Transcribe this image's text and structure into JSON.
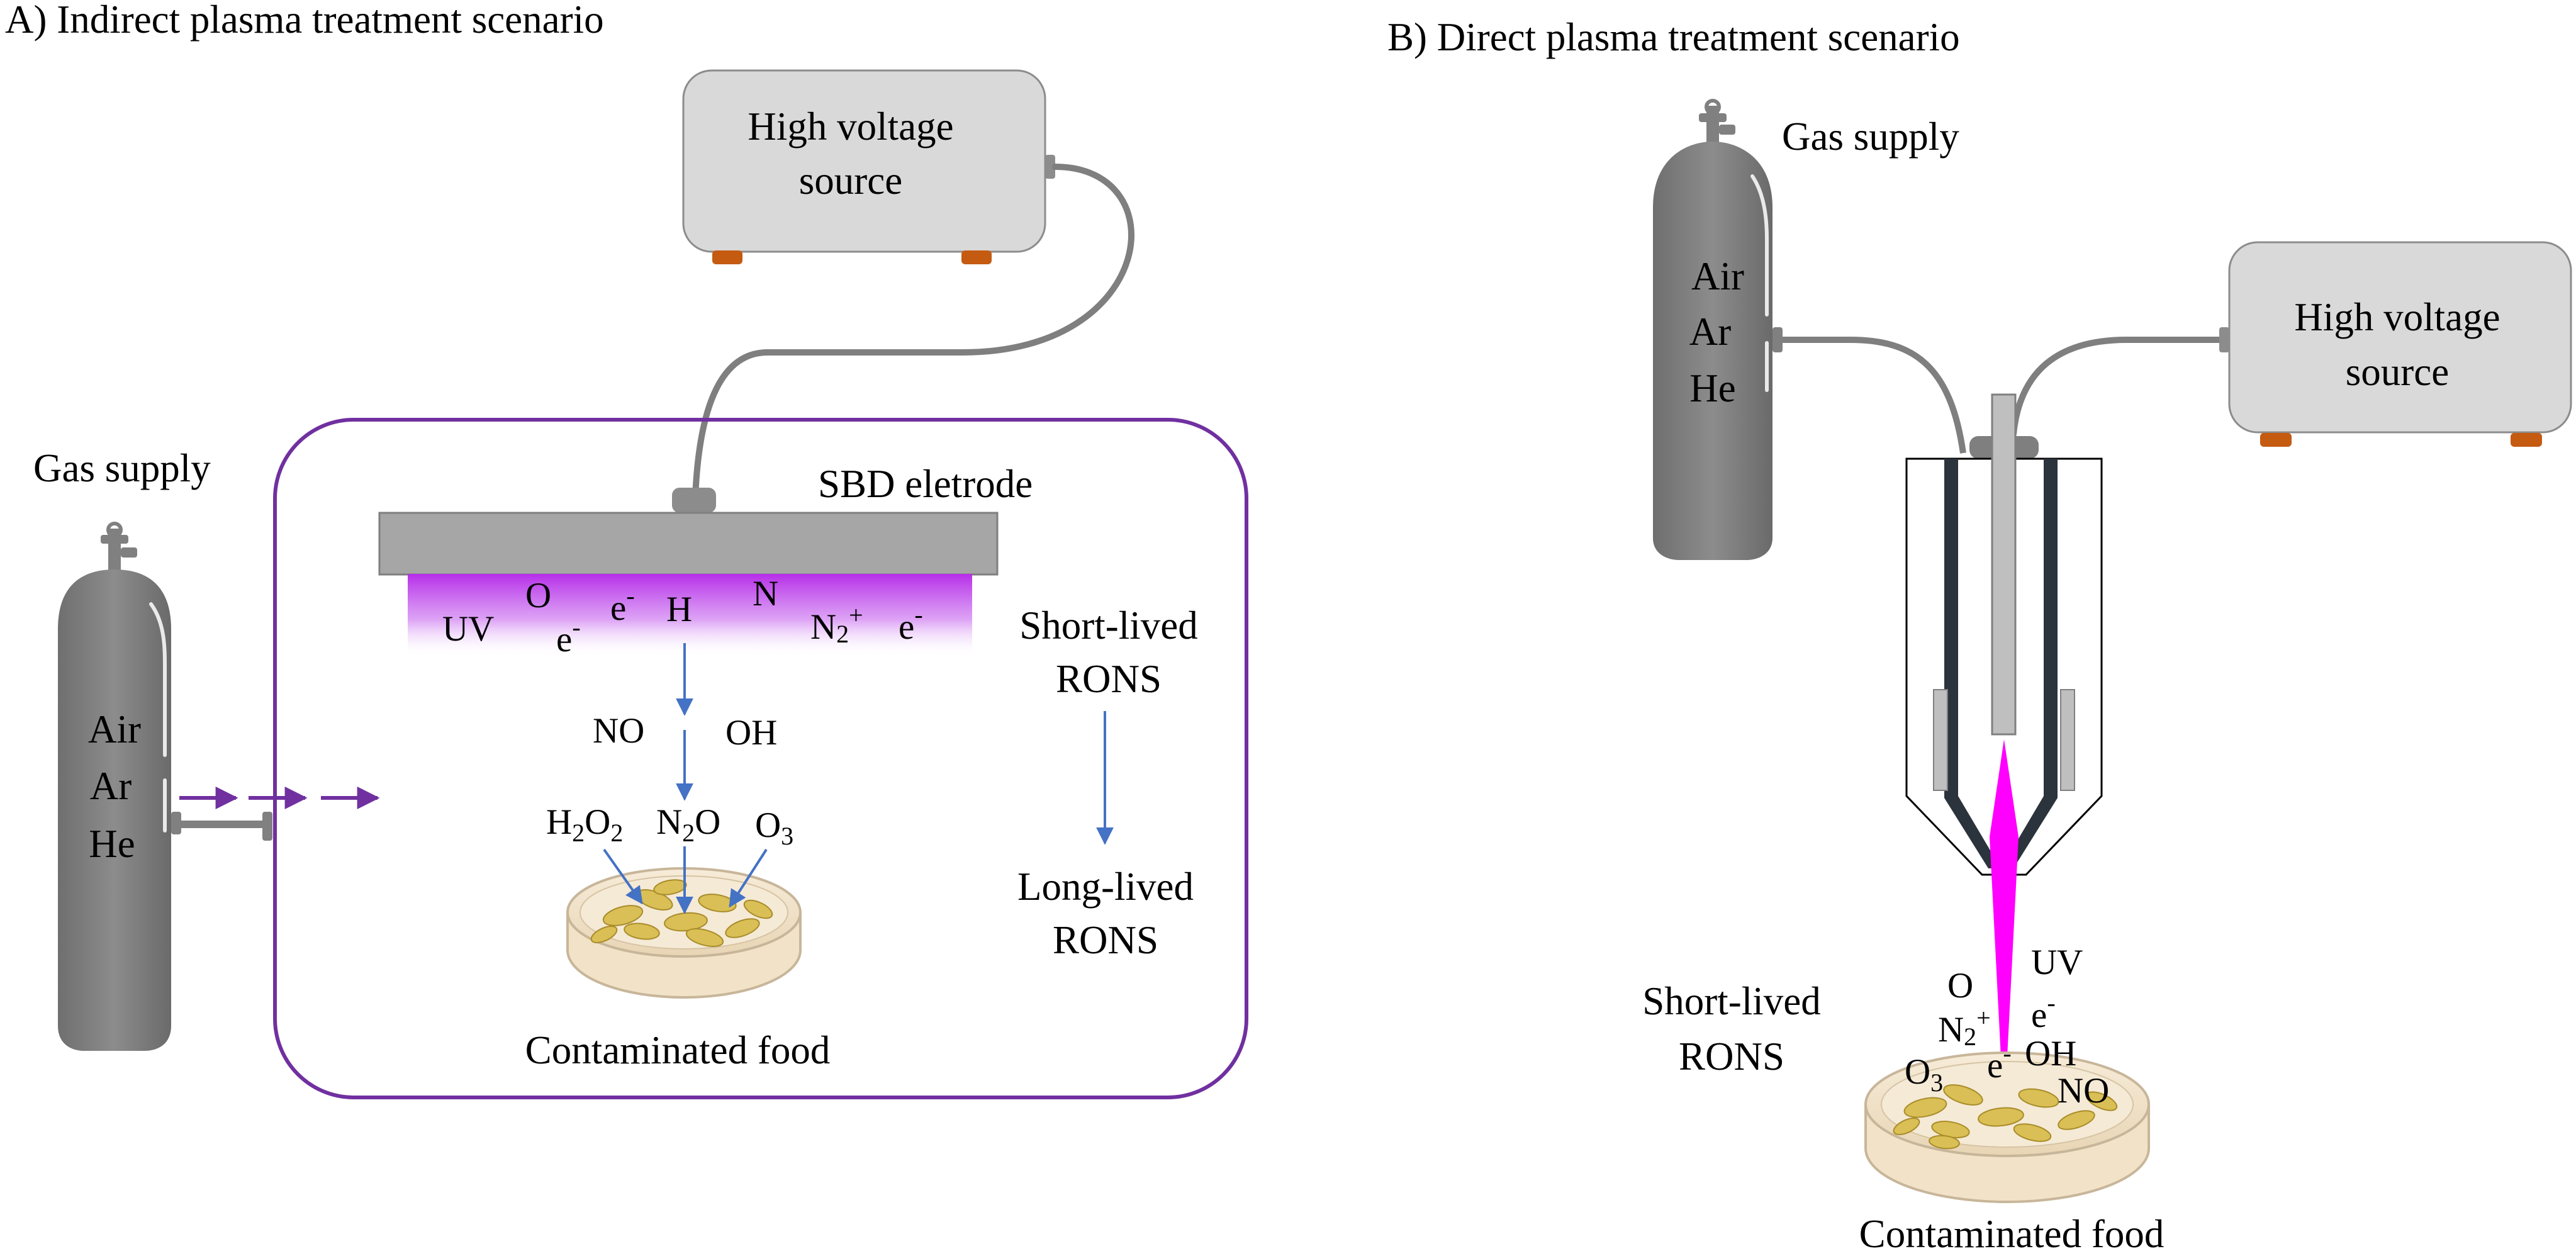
{
  "panel_a": {
    "title": "A) Indirect plasma treatment scenario",
    "high_voltage_line1": "High voltage",
    "high_voltage_line2": "source",
    "electrode_label": "SBD eletrode",
    "gas_supply_label": "Gas supply",
    "cylinder_gases": [
      "Air",
      "Ar",
      "He"
    ],
    "plasma_species": {
      "uv": "UV",
      "o": "O",
      "e1": "e",
      "e1_sup": "-",
      "e2": "e",
      "e2_sup": "-",
      "h": "H",
      "n": "N",
      "n2": "N",
      "n2_sub": "2",
      "n2_sup": "+",
      "e3": "e",
      "e3_sup": "-"
    },
    "mid_species": {
      "no": "NO",
      "oh": "OH"
    },
    "long_species": {
      "h2o2_a": "H",
      "h2o2_sub1": "2",
      "h2o2_b": "O",
      "h2o2_sub2": "2",
      "n2o_a": "N",
      "n2o_sub": "2",
      "n2o_b": "O",
      "o3_a": "O",
      "o3_sub": "3"
    },
    "short_lived_line1": "Short-lived",
    "short_lived_line2": "RONS",
    "long_lived_line1": "Long-lived",
    "long_lived_line2": "RONS",
    "food_label": "Contaminated food"
  },
  "panel_b": {
    "title": "B) Direct plasma treatment scenario",
    "gas_supply_label": "Gas supply",
    "cylinder_gases": [
      "Air",
      "Ar",
      "He"
    ],
    "high_voltage_line1": "High voltage",
    "high_voltage_line2": "source",
    "short_lived_line1": "Short-lived",
    "short_lived_line2": "RONS",
    "species": {
      "uv": "UV",
      "o": "O",
      "e_top": "e",
      "e_top_sup": "-",
      "n2": "N",
      "n2_sub": "2",
      "n2_sup": "+",
      "e_mid": "e",
      "e_mid_sup": "-",
      "oh": "OH",
      "o3": "O",
      "o3_sub": "3",
      "no": "NO"
    },
    "food_label": "Contaminated food"
  },
  "colors": {
    "chamber_border": "#7030a0",
    "arrow_blue": "#4472c4",
    "gas_arrow": "#7030a0",
    "plasma_purple": "#c03cf0",
    "plasma_jet": "#ff00ff",
    "device_fill": "#d9d9d9",
    "cylinder_fill": "#7f7f7f",
    "foot_orange": "#c55a11",
    "cable_gray": "#7f7f7f"
  }
}
